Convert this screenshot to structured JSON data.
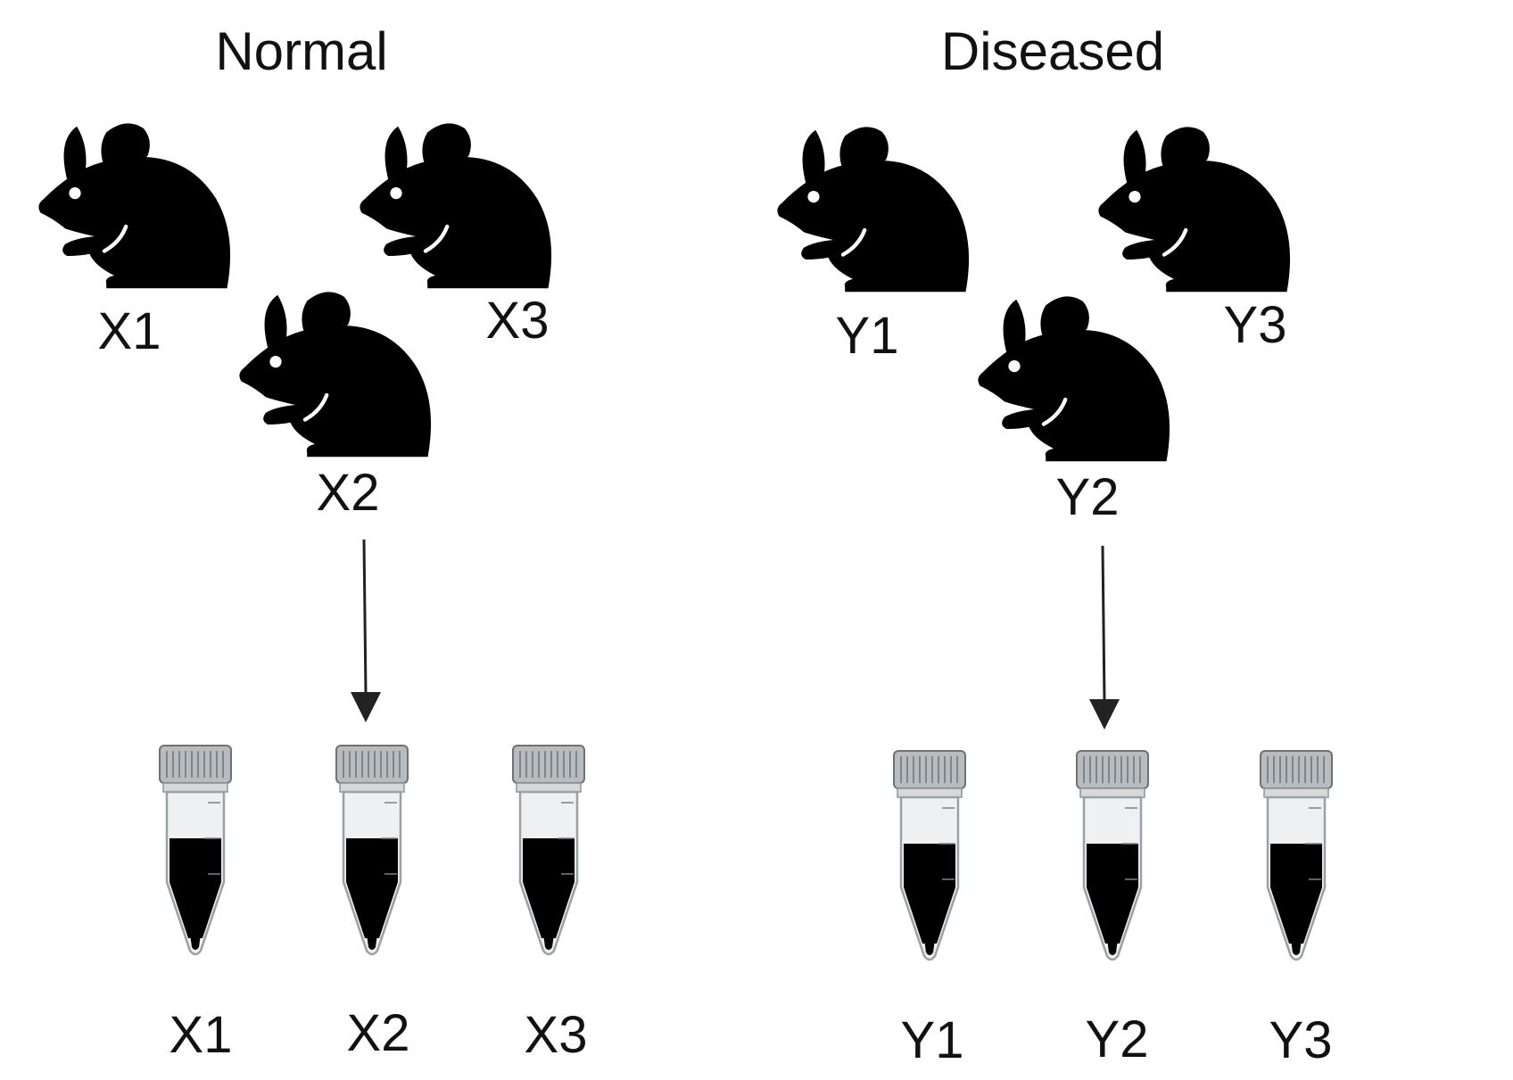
{
  "groups": {
    "normal": {
      "title": "Normal",
      "mice": [
        "X1",
        "X2",
        "X3"
      ],
      "tubes": [
        "X1",
        "X2",
        "X3"
      ],
      "body_color": "#4f95c9",
      "ear_color": "#3e5f7c",
      "tail_color": "#3e5f7c",
      "liquid_color": "#cde4f3",
      "pellet_color": "#2a4e9c"
    },
    "diseased": {
      "title": "Diseased",
      "mice": [
        "Y1",
        "Y2",
        "Y3"
      ],
      "tubes": [
        "Y1",
        "Y2",
        "Y3"
      ],
      "body_color": "#de8f98",
      "ear_color": "#b05569",
      "tail_color": "#b05569",
      "liquid_color": "#f4c9cc",
      "pellet_color": "#3e1114"
    }
  },
  "icons": {
    "mouse": "mouse-icon",
    "tube": "centrifuge-tube-icon",
    "arrow": "down-arrow"
  }
}
